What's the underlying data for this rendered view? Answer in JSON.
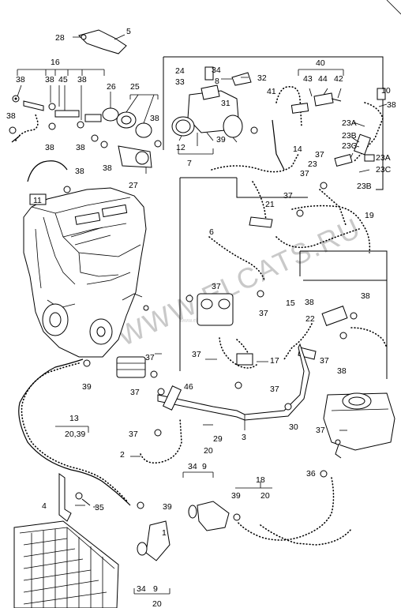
{
  "watermark": {
    "main": "WWW.ELCATS.RU",
    "small": "www.elcats.ru"
  },
  "tag_label": "11",
  "labels": {
    "l28": "28",
    "l5": "5",
    "l16": "16",
    "l38a": "38",
    "l38b": "38",
    "l45": "45",
    "l38c": "38",
    "l26": "26",
    "l25": "25",
    "l38d": "38",
    "l38e": "38",
    "l38f": "38",
    "l38g": "38",
    "l27": "27",
    "l38h": "38",
    "l40": "40",
    "l24": "24",
    "l33": "33",
    "l34a": "34",
    "l8": "8",
    "l32": "32",
    "l43": "43",
    "l44": "44",
    "l42": "42",
    "l10": "10",
    "l41": "41",
    "l38i": "38",
    "l31": "31",
    "l12": "12",
    "l39a": "39",
    "l7": "7",
    "l23A": "23A",
    "l23B": "23B",
    "l23C": "23C",
    "l14": "14",
    "l37a": "37",
    "l23": "23",
    "l37b": "37",
    "l23Ab": "23A",
    "l23Cb": "23C",
    "l23Bb": "23B",
    "l21": "21",
    "l37c": "37",
    "l19": "19",
    "l6": "6",
    "l37d": "37",
    "l37e": "37",
    "l15": "15",
    "l38j": "38",
    "l38k": "38",
    "l22": "22",
    "l38l": "38",
    "l37f": "37",
    "l17": "17",
    "l37g": "37",
    "l39b": "39",
    "l37h": "37",
    "l37i": "37",
    "l46": "46",
    "l13": "13",
    "l20_39": "20,39",
    "l37j": "37",
    "l29": "29",
    "l3": "3",
    "l2": "2",
    "l30": "30",
    "l37k": "37",
    "l20a": "20",
    "l34b": "34",
    "l9a": "9",
    "l18": "18",
    "l39c": "39",
    "l20b": "20",
    "l36": "36",
    "l4": "4",
    "l35": "35",
    "l39d": "39",
    "l1": "1",
    "l34c": "34",
    "l9b": "9",
    "l20c": "20"
  }
}
